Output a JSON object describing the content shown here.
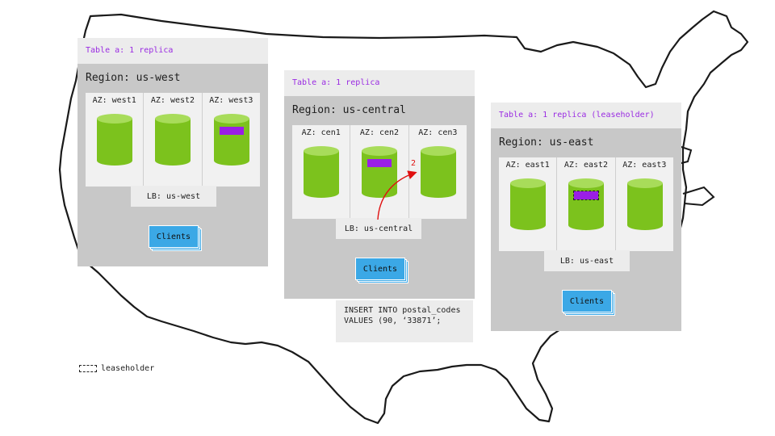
{
  "regions": [
    {
      "header": "Table a: 1 replica",
      "title": "Region: us-west",
      "azs": [
        {
          "label": "AZ: west1",
          "replica": false,
          "leaseholder": false
        },
        {
          "label": "AZ: west2",
          "replica": false,
          "leaseholder": false
        },
        {
          "label": "AZ: west3",
          "replica": true,
          "leaseholder": false
        }
      ],
      "lb": "LB: us-west",
      "clients": "Clients"
    },
    {
      "header": "Table a: 1 replica",
      "title": "Region: us-central",
      "azs": [
        {
          "label": "AZ: cen1",
          "replica": false,
          "leaseholder": false
        },
        {
          "label": "AZ: cen2",
          "replica": true,
          "leaseholder": false
        },
        {
          "label": "AZ: cen3",
          "replica": false,
          "leaseholder": false
        }
      ],
      "lb": "LB: us-central",
      "clients": "Clients"
    },
    {
      "header": "Table a: 1 replica (leaseholder)",
      "title": "Region: us-east",
      "azs": [
        {
          "label": "AZ: east1",
          "replica": false,
          "leaseholder": false
        },
        {
          "label": "AZ: east2",
          "replica": true,
          "leaseholder": true
        },
        {
          "label": "AZ: east3",
          "replica": false,
          "leaseholder": false
        }
      ],
      "lb": "LB: us-east",
      "clients": "Clients"
    }
  ],
  "query": {
    "line1": "INSERT INTO postal_codes",
    "line2": "VALUES (90, ‘33871’;"
  },
  "arrow_label": "2",
  "legend": {
    "label": "leaseholder"
  },
  "colors": {
    "header_text": "#9a2be2",
    "node": "#7cc21d",
    "replica": "#9a1ee6",
    "clients": "#3ba8e6",
    "arrow": "#e01010"
  }
}
